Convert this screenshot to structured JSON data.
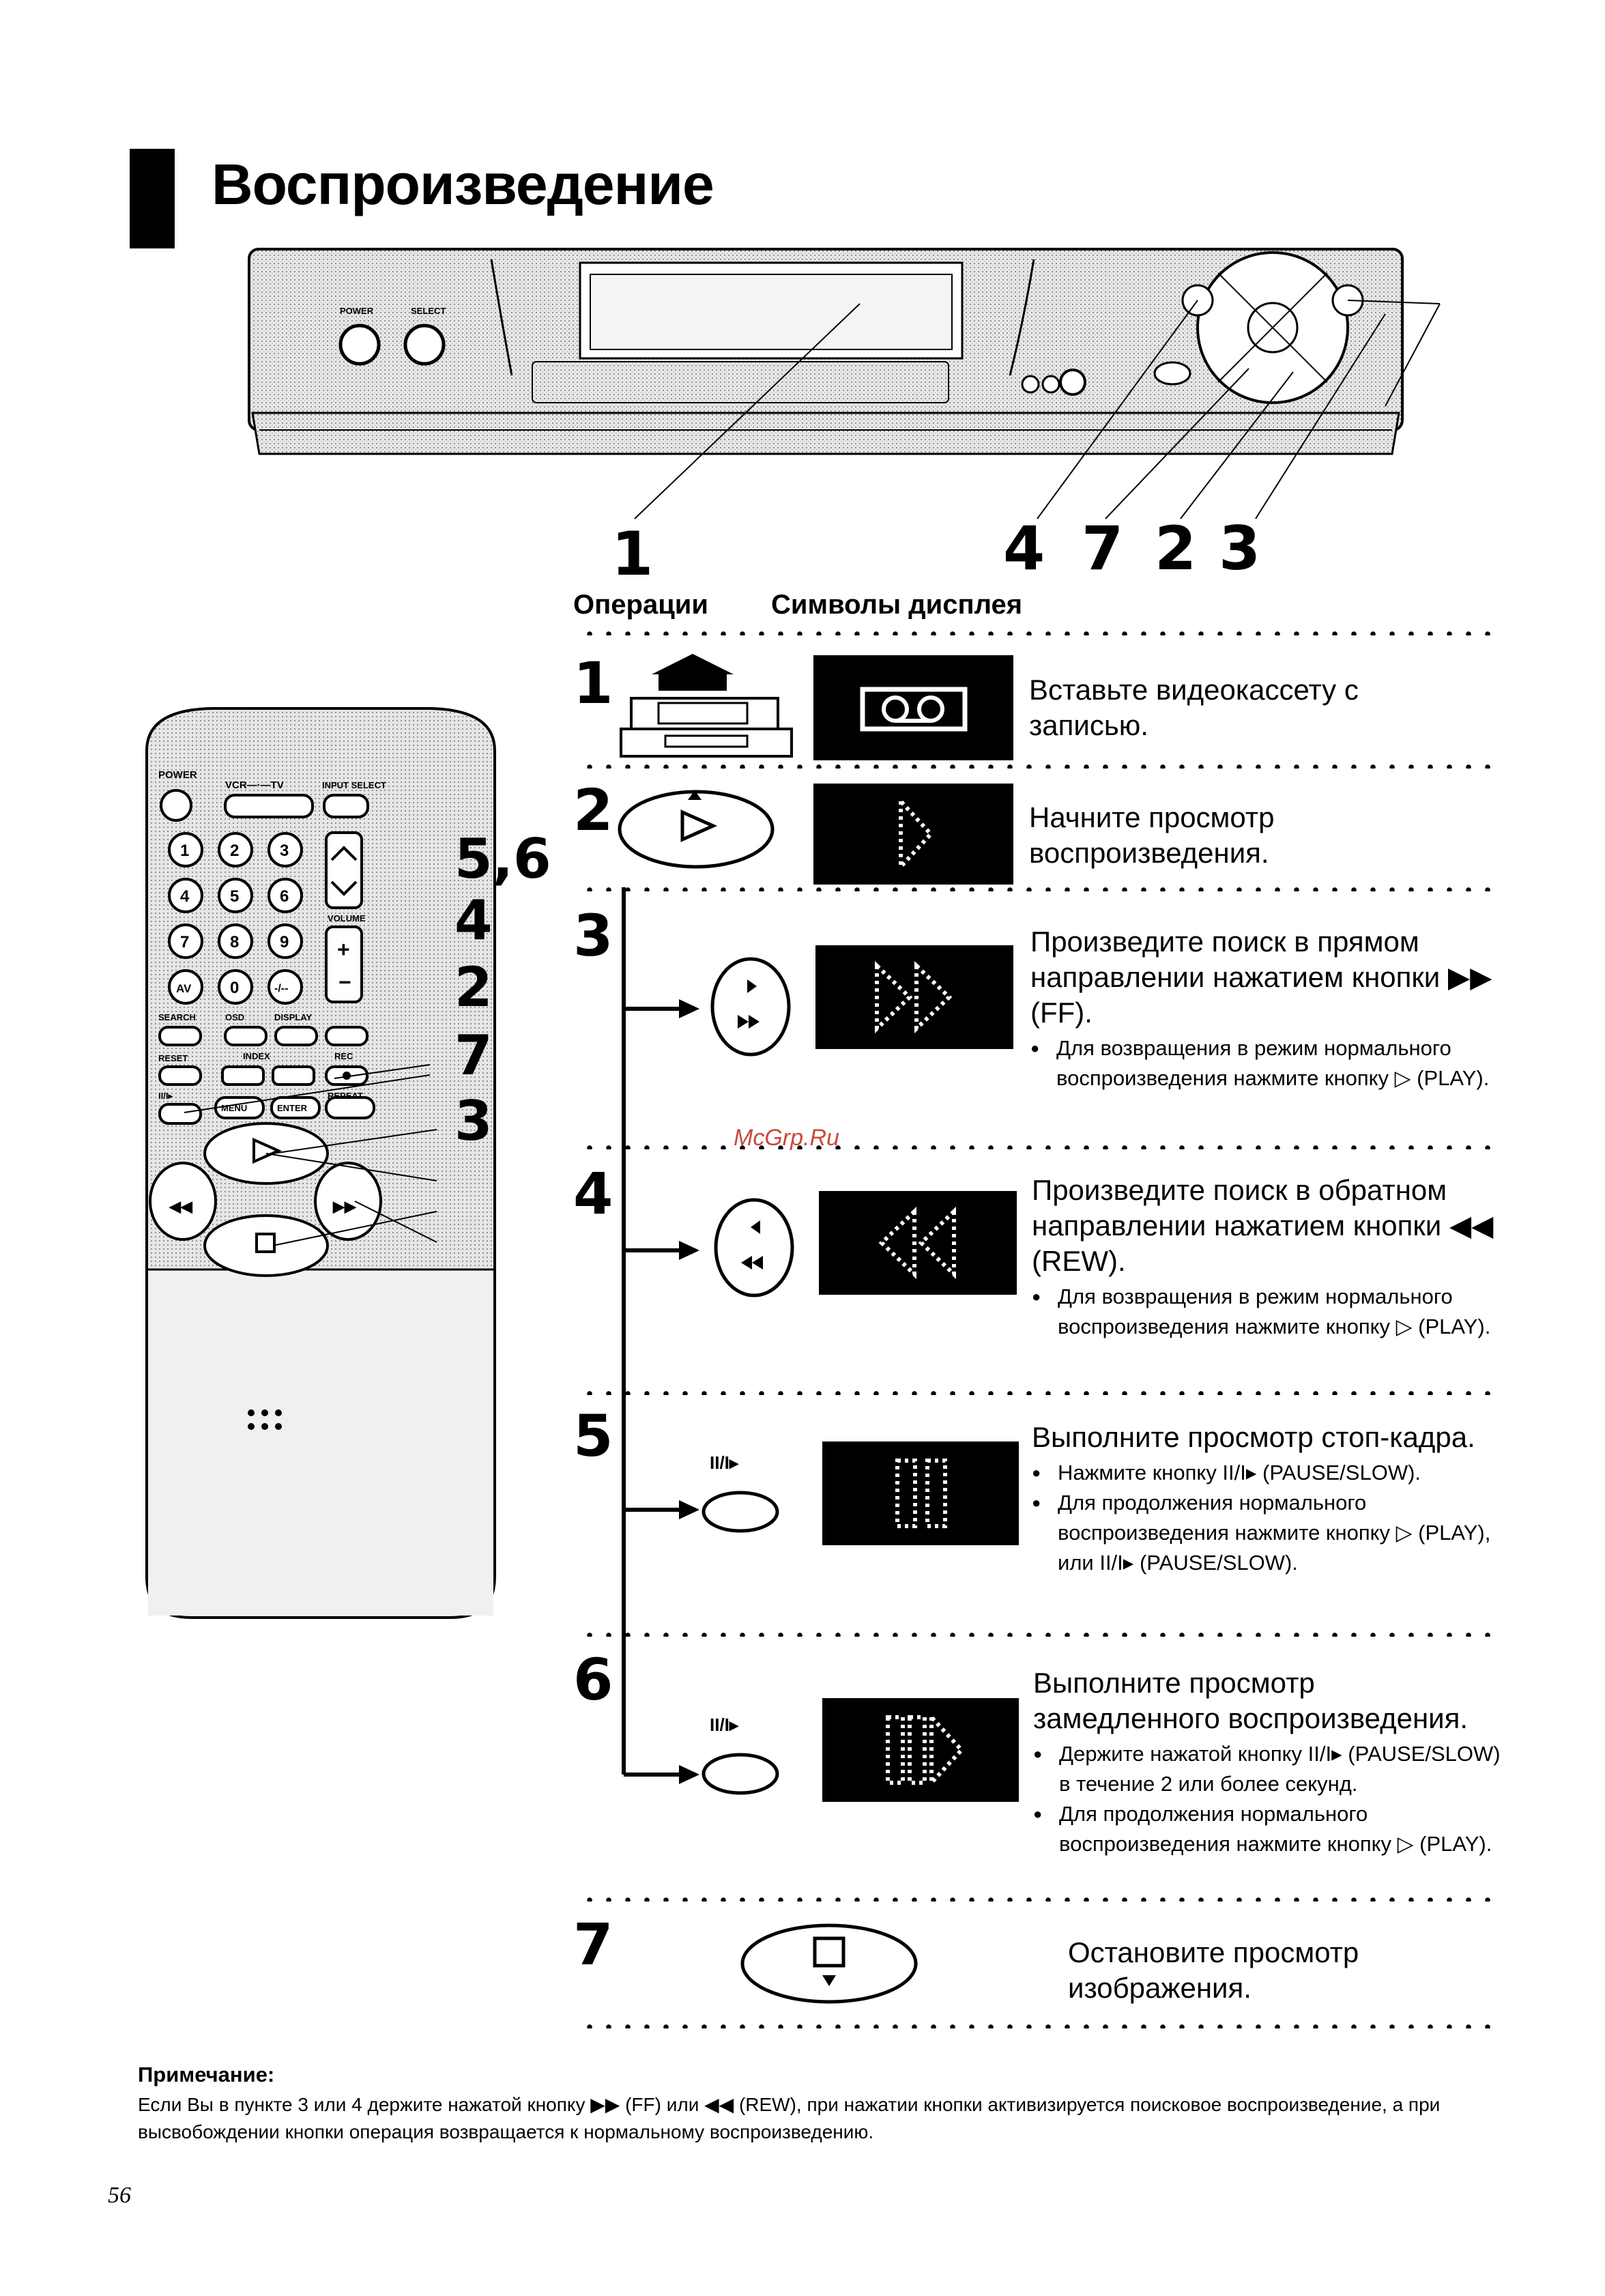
{
  "page": {
    "title": "Воспроизведение",
    "page_number": "56",
    "watermark": "McGrp.Ru"
  },
  "callouts": {
    "vcr_1": "1",
    "vcr_4": "4",
    "vcr_7": "7",
    "vcr_2": "2",
    "vcr_3": "3",
    "remote_56": "5,6",
    "remote_4": "4",
    "remote_2": "2",
    "remote_7": "7",
    "remote_3": "3"
  },
  "columns": {
    "operations": "Операции",
    "display_symbols": "Символы дисплея"
  },
  "vcr_labels": {
    "power": "POWER",
    "select": "SELECT"
  },
  "remote_labels": {
    "power": "POWER",
    "vcr_tv": "VCR—·—TV",
    "input_select": "INPUT SELECT",
    "volume": "VOLUME",
    "search": "SEARCH",
    "osd": "OSD",
    "display": "DISPLAY",
    "reset": "RESET",
    "index": "INDEX",
    "rec": "REC",
    "menu": "MENU",
    "enter": "ENTER",
    "repeat": "REPEAT",
    "pause_slow": "II/I▸",
    "keys": [
      "1",
      "2",
      "3",
      "4",
      "5",
      "6",
      "7",
      "8",
      "9",
      "AV",
      "0",
      "-/--"
    ]
  },
  "steps": [
    {
      "num": "1",
      "text": "Вставьте видеокассету с записью.",
      "bullets": []
    },
    {
      "num": "2",
      "text": "Начните просмотр воспроизведения.",
      "bullets": []
    },
    {
      "num": "3",
      "text": "Произведите поиск в прямом направлении нажатием кнопки ▶▶ (FF).",
      "bullets": [
        "Для возвращения в режим нормального воспроизведения нажмите кнопку ▷ (PLAY)."
      ]
    },
    {
      "num": "4",
      "text": "Произведите поиск в обратном направлении нажатием кнопки ◀◀ (REW).",
      "bullets": [
        "Для возвращения в режим нормального воспроизведения нажмите кнопку ▷ (PLAY)."
      ]
    },
    {
      "num": "5",
      "text": "Выполните просмотр стоп-кадра.",
      "bullets": [
        "Нажмите кнопку II/I▸ (PAUSE/SLOW).",
        "Для продолжения нормального воспроизведения нажмите кнопку ▷ (PLAY), или II/I▸ (PAUSE/SLOW)."
      ],
      "button_label": "II/I▸"
    },
    {
      "num": "6",
      "text": "Выполните просмотр замедленного воспроизведения.",
      "bullets": [
        "Держите нажатой кнопку II/I▸ (PAUSE/SLOW) в течение 2 или более секунд.",
        "Для продолжения нормального воспроизведения нажмите кнопку ▷ (PLAY)."
      ],
      "button_label": "II/I▸"
    },
    {
      "num": "7",
      "text": "Остановите просмотр изображения.",
      "bullets": []
    }
  ],
  "note": {
    "title": "Примечание:",
    "body": "Если Вы в пункте 3 или 4 держите нажатой кнопку ▶▶ (FF) или ◀◀ (REW), при нажатии кнопки активизируется поисковое воспроизведение, а при высвобождении кнопки операция возвращается к нормальному воспроизведению."
  }
}
